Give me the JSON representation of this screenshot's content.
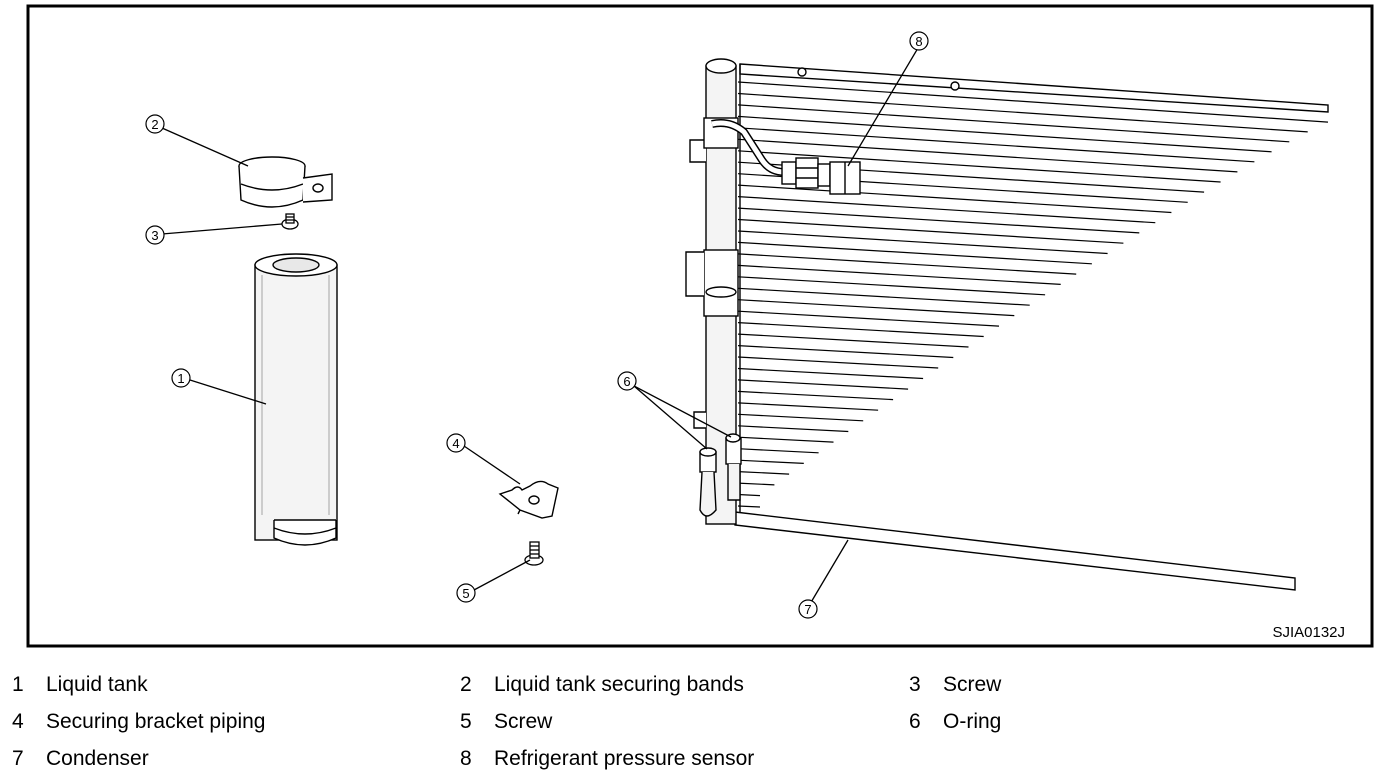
{
  "figure_code": "SJIA0132J",
  "callouts": [
    {
      "number": "1"
    },
    {
      "number": "2"
    },
    {
      "number": "3"
    },
    {
      "number": "4"
    },
    {
      "number": "5"
    },
    {
      "number": "6"
    },
    {
      "number": "7"
    },
    {
      "number": "8"
    }
  ],
  "legend": [
    {
      "number": "1",
      "text": "Liquid tank"
    },
    {
      "number": "2",
      "text": "Liquid tank securing bands"
    },
    {
      "number": "3",
      "text": "Screw"
    },
    {
      "number": "4",
      "text": "Securing bracket piping"
    },
    {
      "number": "5",
      "text": "Screw"
    },
    {
      "number": "6",
      "text": "O-ring"
    },
    {
      "number": "7",
      "text": "Condenser"
    },
    {
      "number": "8",
      "text": "Refrigerant pressure sensor"
    }
  ]
}
